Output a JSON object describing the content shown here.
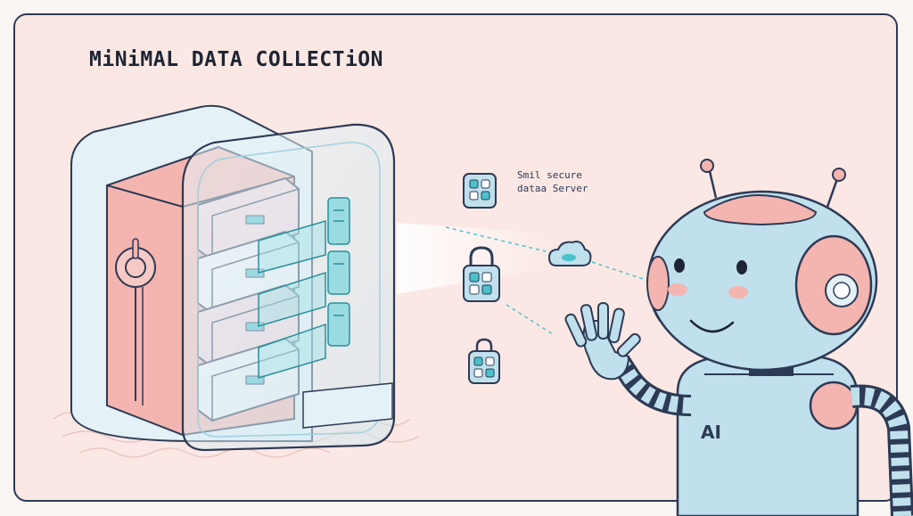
{
  "title": "MiNiMAL DATA COLLECTiON",
  "caption": {
    "line1": "Smil secure",
    "line2": "dataa Server"
  },
  "robot": {
    "chest_label": "AI"
  },
  "colors": {
    "background": "#fbf6f3",
    "panel_fill": "#fbe8e4",
    "outline": "#2d3a55",
    "pink": "#f4b5b0",
    "robot_blue": "#bfe0ec",
    "teal_accent": "#49c2cc",
    "glass": "#e4f1f6"
  },
  "icons": [
    "server-rack-icon",
    "lock-icon",
    "cloud-icon",
    "keypad-icon",
    "robot-icon"
  ]
}
